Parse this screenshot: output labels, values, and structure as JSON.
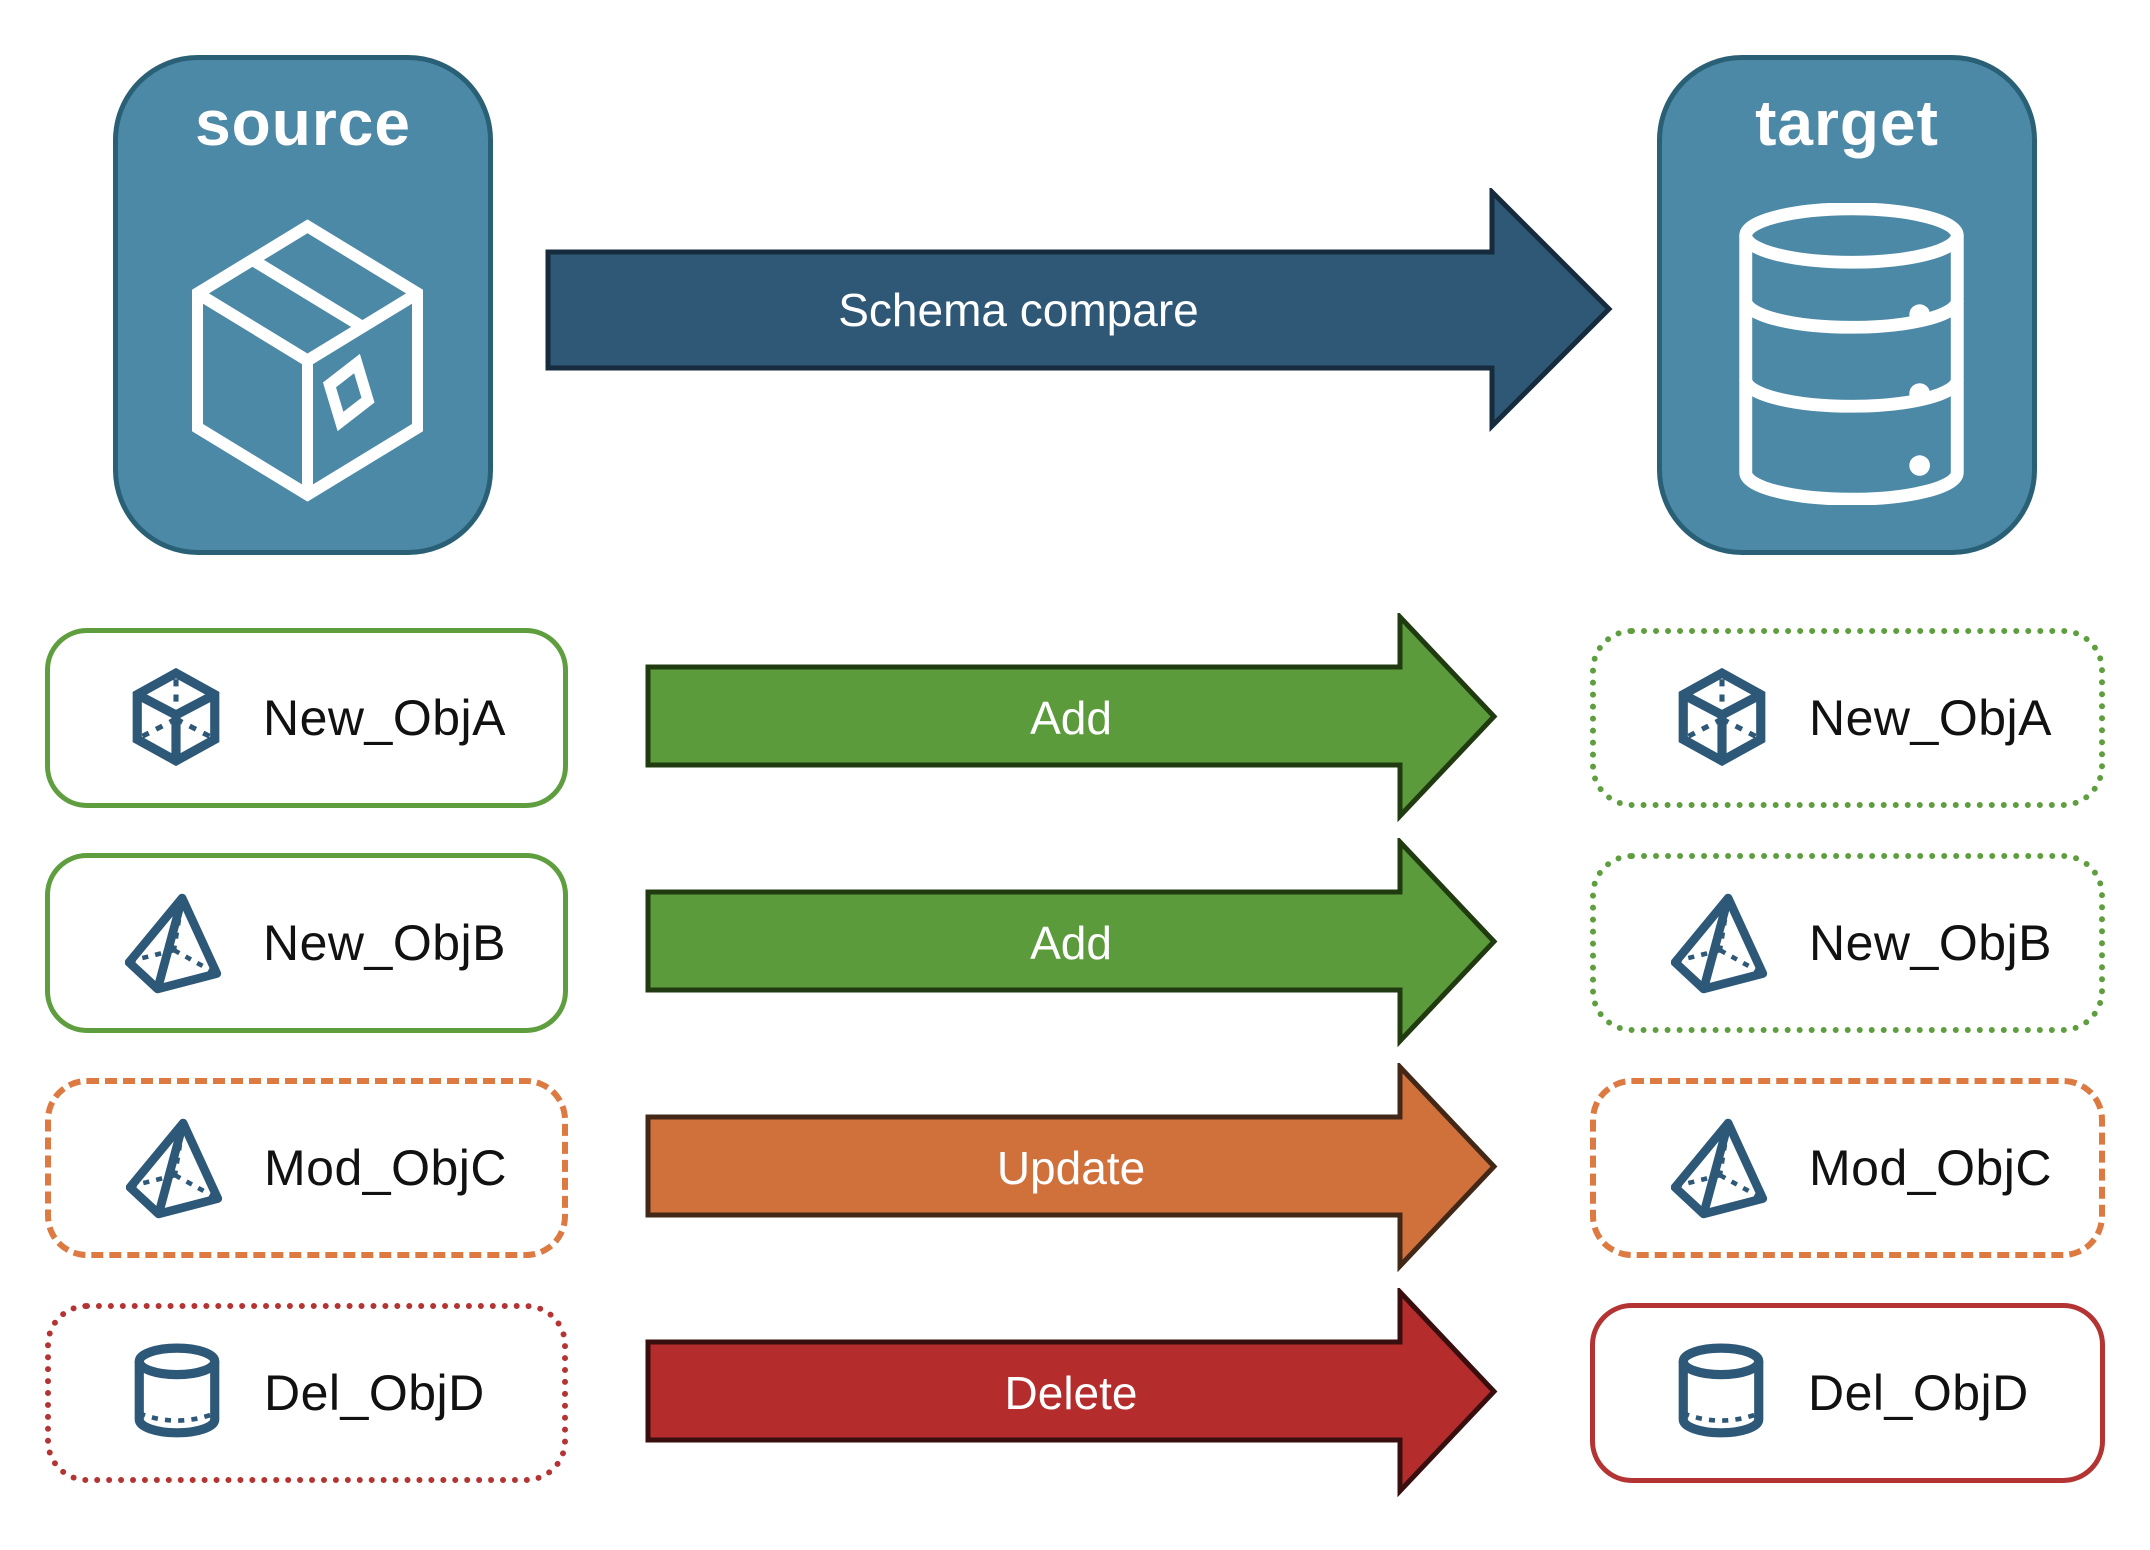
{
  "diagram": {
    "source": {
      "label": "source",
      "icon": "package-icon"
    },
    "target": {
      "label": "target",
      "icon": "database-icon"
    },
    "compare_arrow": {
      "label": "Schema compare"
    }
  },
  "rows": [
    {
      "object_name": "New_ObjA",
      "action": "Add",
      "icon": "cube-icon",
      "source_box_style": "solid-green",
      "target_box_style": "dotted-green"
    },
    {
      "object_name": "New_ObjB",
      "action": "Add",
      "icon": "pyramid-icon",
      "source_box_style": "solid-green",
      "target_box_style": "dotted-green"
    },
    {
      "object_name": "Mod_ObjC",
      "action": "Update",
      "icon": "pyramid-icon",
      "source_box_style": "dashed-orange",
      "target_box_style": "dashed-orange"
    },
    {
      "object_name": "Del_ObjD",
      "action": "Delete",
      "icon": "cylinder-icon",
      "source_box_style": "dotted-red",
      "target_box_style": "solid-red"
    }
  ],
  "colors": {
    "panel_blue": "#4C89A7",
    "panel_blue_border": "#2A6076",
    "compare_arrow_fill": "#2E5876",
    "compare_arrow_stroke": "#162B3D",
    "add_green": "#5B9B3C",
    "add_green_stroke": "#203B10",
    "update_orange": "#D0713C",
    "update_orange_stroke": "#432817",
    "delete_red": "#B42C2C",
    "delete_red_stroke": "#390E0E",
    "outline_green": "#5F9E3F",
    "outline_orange": "#DC7A42",
    "outline_red": "#B43333",
    "icon_ink": "#2D5878",
    "label_text": "#111111",
    "arrow_text": "#FFFFFF"
  }
}
